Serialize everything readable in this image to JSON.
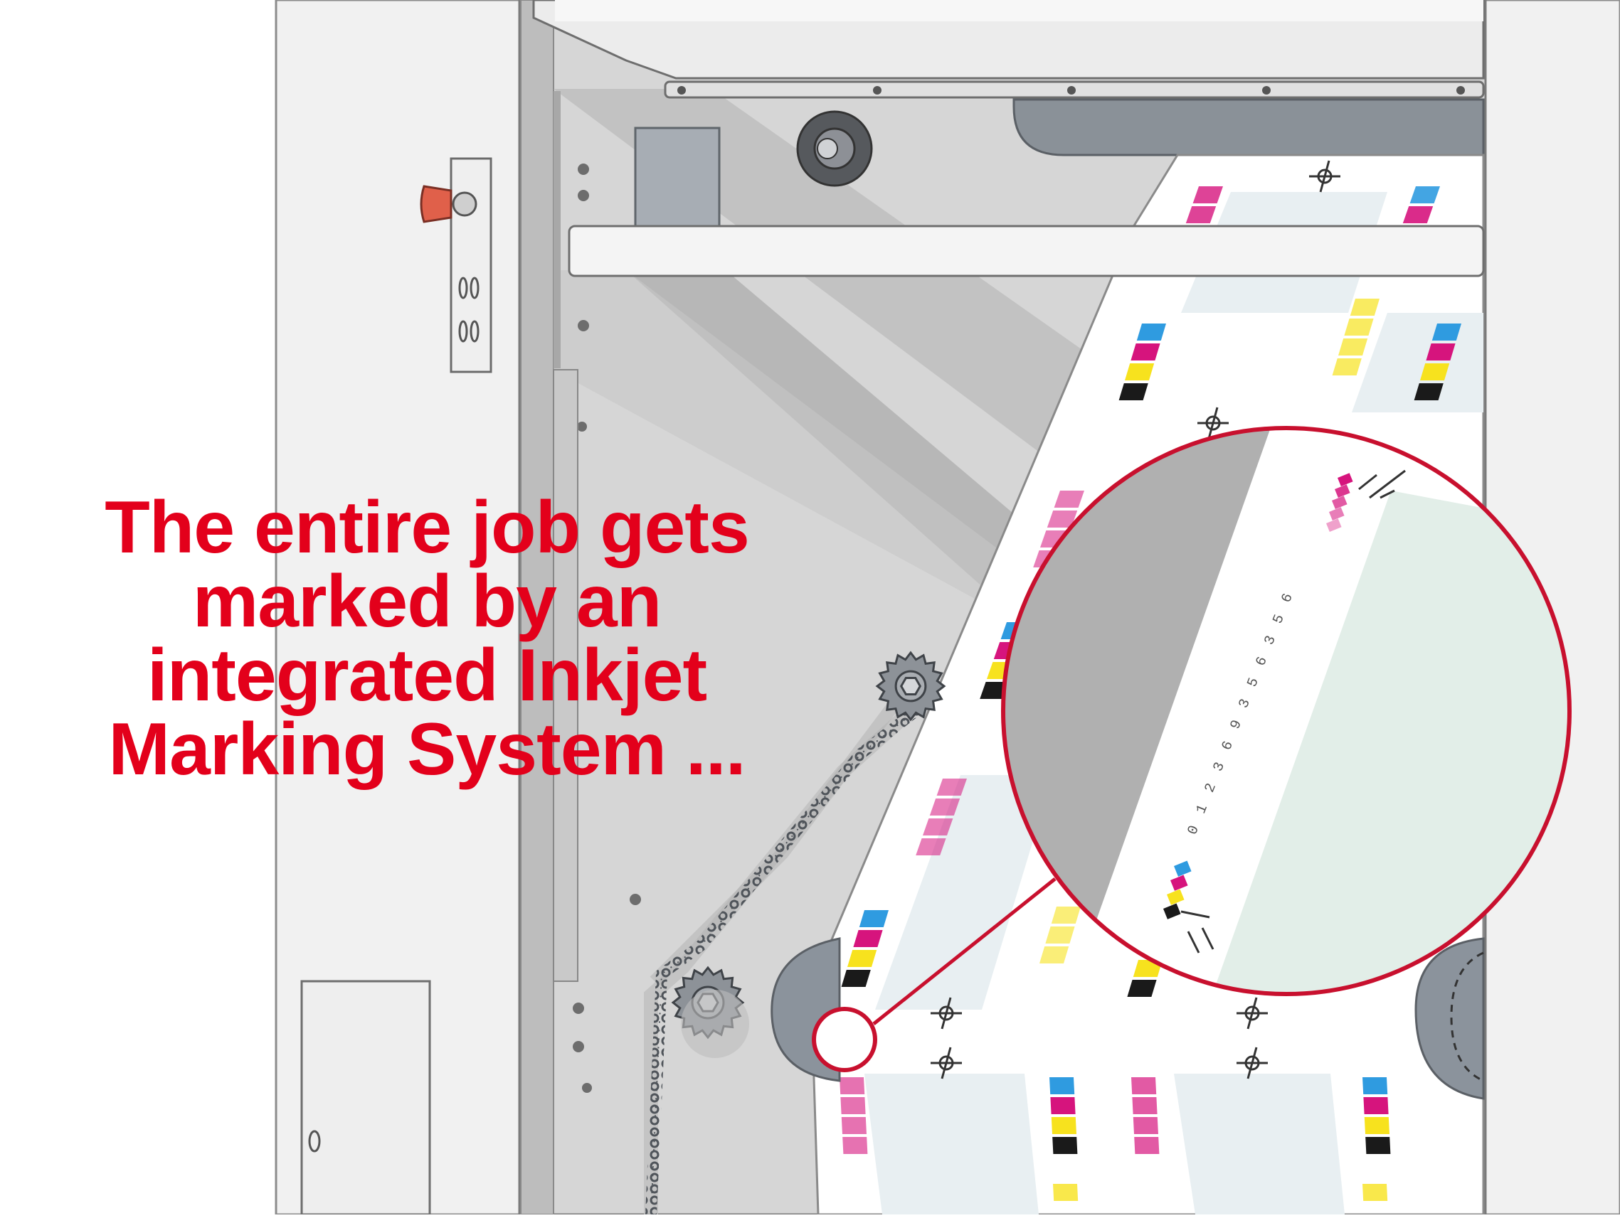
{
  "caption": {
    "lines": [
      "The entire job gets",
      "marked by an",
      "integrated Inkjet",
      "Marking System ..."
    ]
  },
  "colors": {
    "accent": "#E3001B",
    "cyan": "#2F9BE0",
    "magenta": "#D6147D",
    "yellow": "#F7E21E",
    "black": "#1A1A1A",
    "orange_knob": "#E0604A",
    "panel_light": "#F2F2F2",
    "panel_mid": "#D9D9D9",
    "panel_dark": "#8A9199",
    "paper": "#FFFFFF",
    "print_area": "#E8EFF2",
    "zoom_print_area": "#E2EEE8"
  },
  "icons": [
    "emergency-stop-icon",
    "sprocket-icon",
    "registration-mark-icon",
    "magnifier-callout-icon"
  ],
  "zoom": {
    "printed_code": "0 1 2 3 6 9 3 5 6 3 5 6"
  }
}
